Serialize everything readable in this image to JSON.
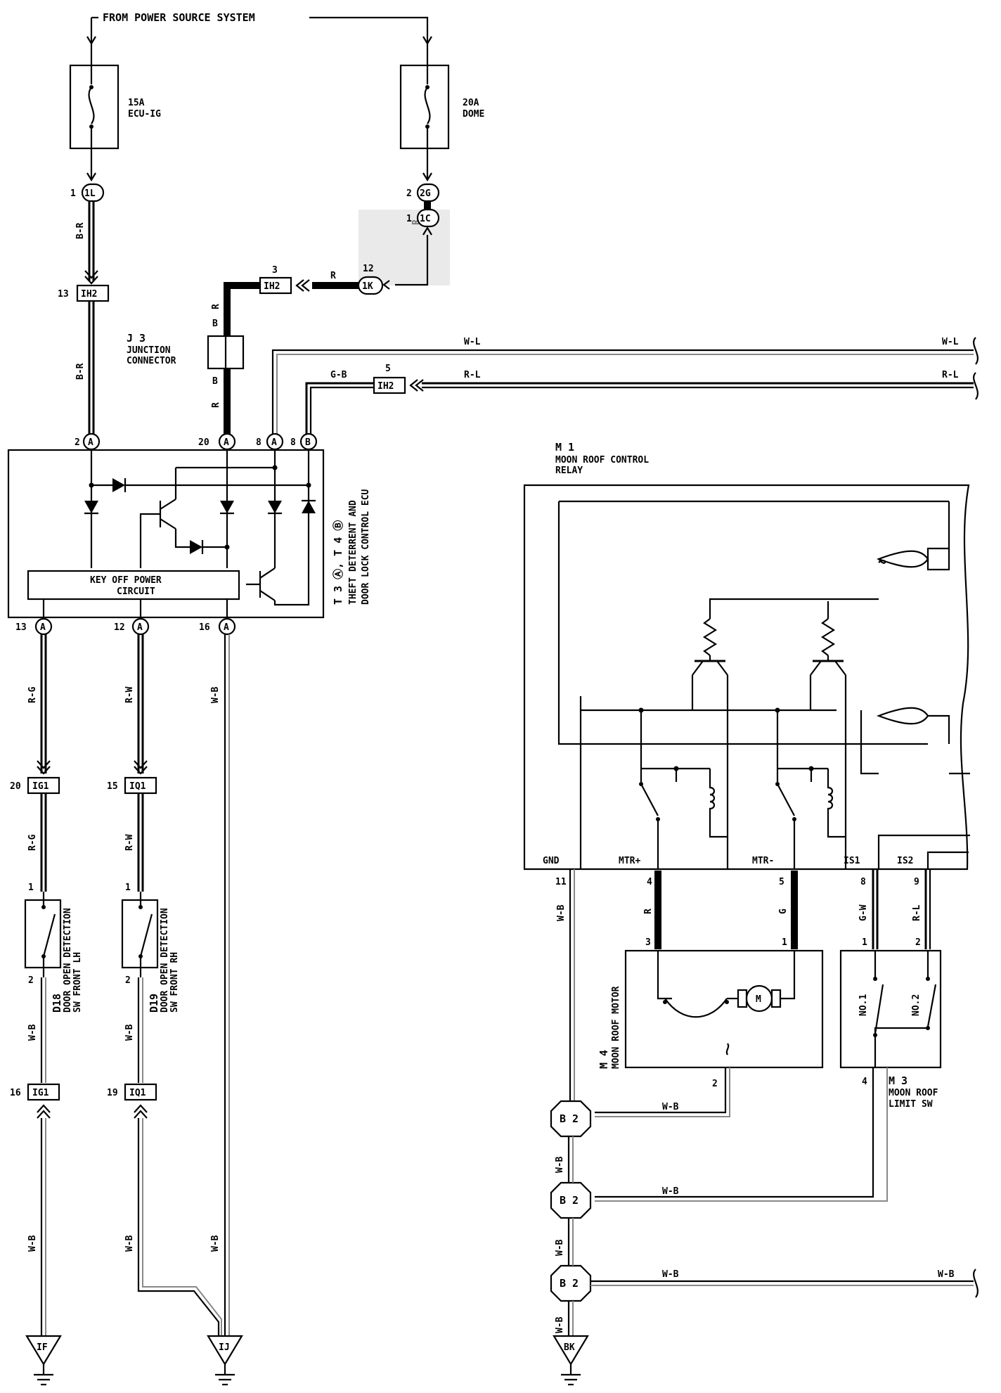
{
  "source": {
    "top": "FROM POWER SOURCE SYSTEM"
  },
  "fuses": [
    {
      "rating": "15A",
      "name": "ECU-IG"
    },
    {
      "rating": "20A",
      "name": "DOME"
    }
  ],
  "connectors": {
    "c1L": {
      "pin": "1",
      "id": "1L"
    },
    "c2G": {
      "pin": "2",
      "id": "2G"
    },
    "c1C": {
      "pin": "1",
      "id": "1C"
    },
    "c1K": {
      "pin": "12",
      "id": "1K"
    },
    "ih2_13": {
      "pin": "13",
      "id": "IH2"
    },
    "ih2_3": {
      "pin": "3",
      "id": "IH2"
    },
    "ih2_5": {
      "pin": "5",
      "id": "IH2"
    },
    "ig1_20": {
      "pin": "20",
      "id": "IG1"
    },
    "iq1_15": {
      "pin": "15",
      "id": "IQ1"
    },
    "ig1_16": {
      "pin": "16",
      "id": "IG1"
    },
    "iq1_19": {
      "pin": "19",
      "id": "IQ1"
    }
  },
  "wires": {
    "br": "B-R",
    "r": "R",
    "b": "B",
    "wl": "W-L",
    "rl": "R-L",
    "gb": "G-B",
    "rg": "R-G",
    "rw": "R-W",
    "wb": "W-B",
    "g": "G",
    "gw": "G-W"
  },
  "junction": {
    "id": "J 3",
    "name1": "JUNCTION",
    "name2": "CONNECTOR"
  },
  "ecu": {
    "id": "T 3 Ⓐ, T 4 Ⓑ",
    "name1": "THEFT DETERRENT AND",
    "name2": "DOOR LOCK CONTROL ECU",
    "circuit1": "KEY OFF POWER",
    "circuit2": "CIRCUIT",
    "top_pins": [
      {
        "num": "2",
        "tag": "A"
      },
      {
        "num": "20",
        "tag": "A"
      },
      {
        "num": "8",
        "tag": "A"
      },
      {
        "num": "8",
        "tag": "B"
      }
    ],
    "bottom_pins": [
      {
        "num": "13",
        "tag": "A"
      },
      {
        "num": "12",
        "tag": "A"
      },
      {
        "num": "16",
        "tag": "A"
      }
    ]
  },
  "relay": {
    "id": "M 1",
    "name1": "MOON ROOF CONTROL",
    "name2": "RELAY",
    "terminals": [
      "GND",
      "MTR+",
      "MTR-",
      "IS1",
      "IS2"
    ],
    "pins": [
      "11",
      "4",
      "5",
      "8",
      "9"
    ]
  },
  "door_switches": [
    {
      "id": "D18",
      "name1": "DOOR OPEN DETECTION",
      "name2": "SW FRONT LH",
      "pin_top": "1",
      "pin_bot": "2"
    },
    {
      "id": "D19",
      "name1": "DOOR OPEN DETECTION",
      "name2": "SW FRONT RH",
      "pin_top": "1",
      "pin_bot": "2"
    }
  ],
  "motor": {
    "id": "M 4",
    "name": "MOON ROOF MOTOR",
    "pins": [
      "3",
      "1",
      "2"
    ],
    "symbol": "M"
  },
  "limit_sw": {
    "id": "M 3",
    "name1": "MOON ROOF",
    "name2": "LIMIT SW",
    "sw1": "NO.1",
    "sw2": "NO.2",
    "pins": [
      "1",
      "2",
      "4"
    ]
  },
  "splices": [
    "B 2",
    "B 2",
    "B 2"
  ],
  "grounds": [
    "IF",
    "IJ",
    "BK"
  ]
}
